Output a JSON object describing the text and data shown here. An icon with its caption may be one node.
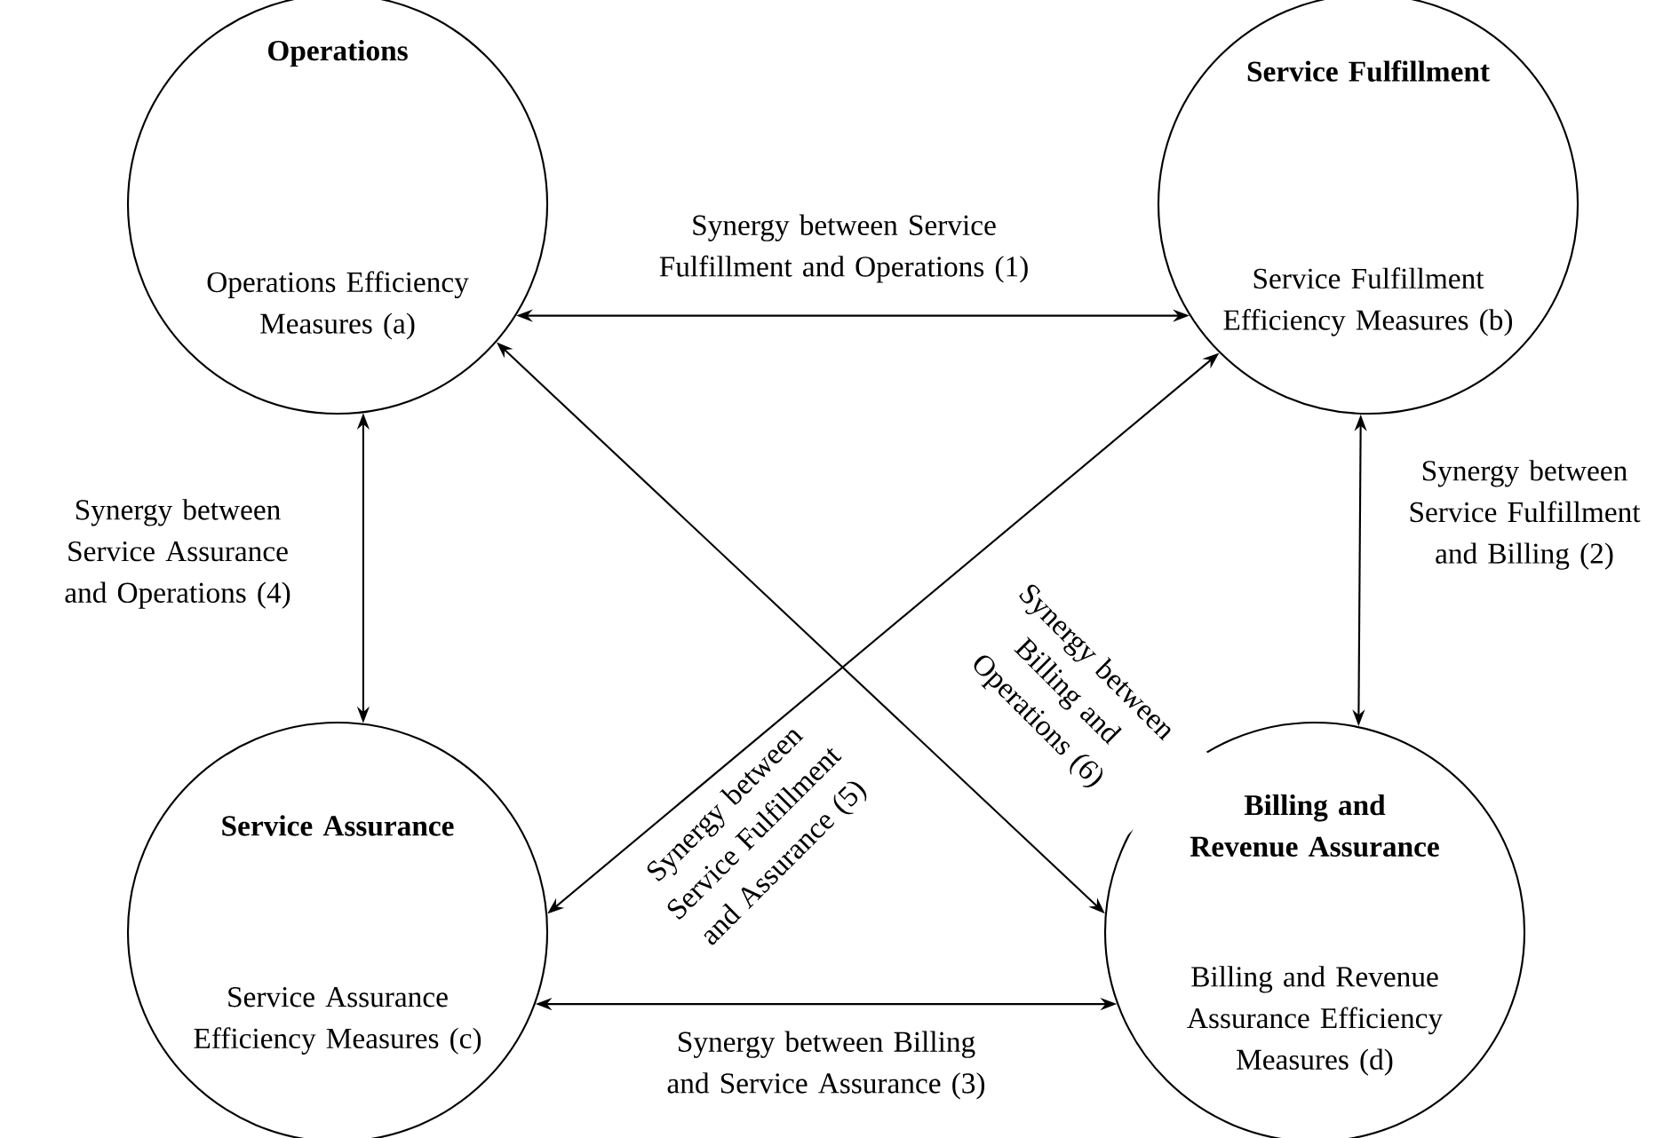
{
  "diagram": {
    "nodes": [
      {
        "text": [
          "Operations",
          "Operations Efficiency Measures (a)"
        ]
      },
      {
        "text": [
          "Service Fulfillment",
          "Service Fulfillment Efficiency Measures (b)"
        ]
      },
      {
        "text": [
          "Service Assurance",
          "Service Assurance Efficiency Measures (c)"
        ]
      },
      {
        "text": [
          "Billing and Revenue Assurance",
          "Billing and Revenue Assurance Efficiency Measures (d)"
        ]
      }
    ],
    "edges": [
      {
        "from": 0,
        "to": 1,
        "arrow": "both",
        "label": "Synergy between Service Fulfillment and Operations (1)"
      },
      {
        "from": 1,
        "to": 3,
        "arrow": "both",
        "label": "Synergy between Service Fulfillment and Billing (2)"
      },
      {
        "from": 2,
        "to": 3,
        "arrow": "both",
        "label": "Synergy between Billing and Service Assurance (3)"
      },
      {
        "from": 0,
        "to": 2,
        "arrow": "both",
        "label": "Synergy between Service Assurance and Operations (4)"
      },
      {
        "from": 1,
        "to": 2,
        "arrow": "both",
        "label": "Synergy between Service Fulfillment and Assurance (5)"
      },
      {
        "from": 0,
        "to": 3,
        "arrow": "both",
        "label": "Synergy between Billing and Operations (6)"
      }
    ]
  }
}
